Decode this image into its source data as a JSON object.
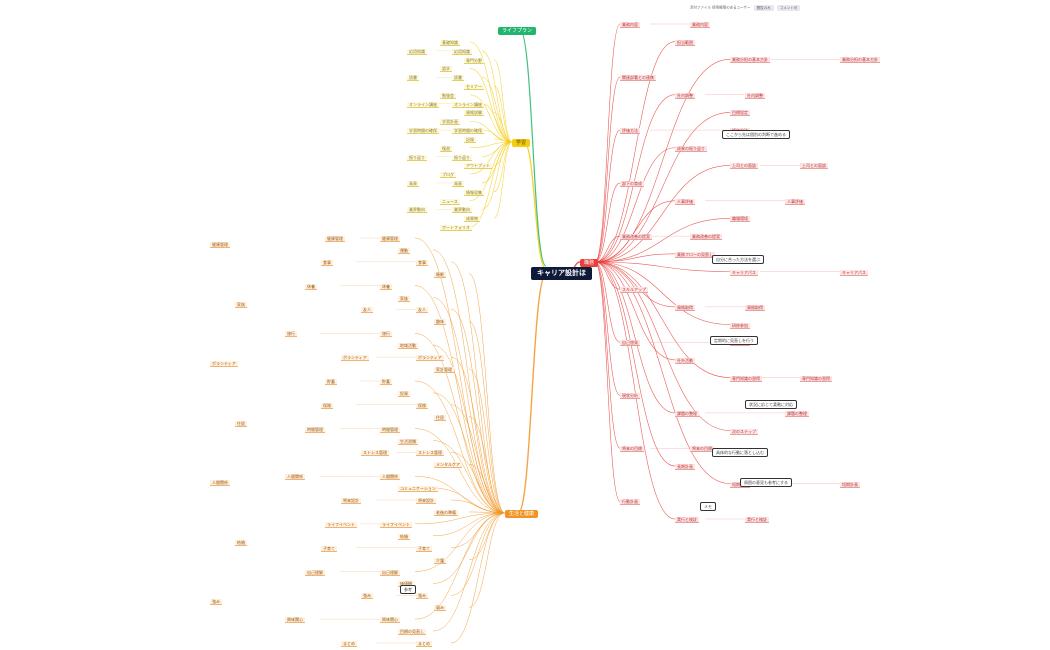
{
  "root": {
    "label": "キャリア設計ほ"
  },
  "colors": {
    "red": "#e8413c",
    "yellow": "#f4cc12",
    "orange": "#f29423",
    "green": "#1fb56b",
    "root": "#0f1a3a"
  },
  "corner_note": {
    "text": "添付ファイル 使用権限のあるユーザー",
    "tags": [
      "閲覧のみ",
      "コメント可"
    ]
  },
  "branches": [
    {
      "id": "red",
      "label": "職務",
      "items": [
        "業務内容",
        "担当範囲",
        "業務分担の基本方針",
        "関連部署との連携",
        "社内調整",
        "目標設定",
        "評価方法",
        "成果の振り返り",
        "上司との面談",
        "部下の育成",
        "人事評価",
        "職場環境",
        "業務改善の提案",
        "業務フローの見直し",
        "キャリアパス",
        "スキルアップ",
        "資格取得",
        "研修参加",
        "自己啓発",
        "社外活動",
        "専門知識の習得",
        "現状分析",
        "課題の整理",
        "次のステップ",
        "将来の目標",
        "長期計画",
        "短期計画",
        "行動計画",
        "実行と検証"
      ]
    },
    {
      "id": "yellow",
      "label": "学習",
      "items": [
        "基礎知識",
        "応用知識",
        "専門分野",
        "語学",
        "読書",
        "セミナー",
        "勉強会",
        "オンライン講座",
        "資格試験",
        "学習計画",
        "学習時間の確保",
        "記録",
        "復習",
        "振り返り",
        "アウトプット",
        "ブログ",
        "発表",
        "情報収集",
        "ニュース",
        "業界動向",
        "成果物",
        "ポートフォリオ"
      ]
    },
    {
      "id": "orange",
      "label": "生活と健康",
      "items": [
        "健康管理",
        "運動",
        "食事",
        "睡眠",
        "休養",
        "家族",
        "友人",
        "趣味",
        "旅行",
        "地域活動",
        "ボランティア",
        "家計管理",
        "貯蓄",
        "投資",
        "保険",
        "住居",
        "時間管理",
        "生活習慣",
        "ストレス管理",
        "メンタルケア",
        "人間関係",
        "コミュニケーション",
        "将来設計",
        "老後の準備",
        "ライフイベント",
        "結婚",
        "子育て",
        "介護",
        "自己理解",
        "価値観",
        "強み",
        "弱み",
        "興味関心",
        "目標の見直し",
        "まとめ"
      ]
    },
    {
      "id": "green",
      "label": "ライフプラン"
    }
  ],
  "boxes": [
    "ここから先は個別の判断で進める",
    "自分に合った方法を選ぶ",
    "定期的に見直しを行う",
    "状況に応じて柔軟に対応",
    "具体的な行動に落とし込む",
    "周囲の意見も参考にする",
    "メモ",
    "参考"
  ]
}
